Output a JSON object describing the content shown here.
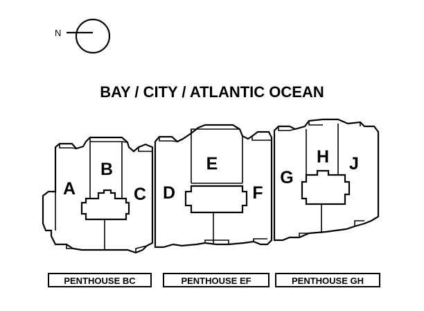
{
  "compass": {
    "label": "N"
  },
  "title": "BAY / CITY / ATLANTIC OCEAN",
  "units": {
    "a": "A",
    "b": "B",
    "c": "C",
    "d": "D",
    "e": "E",
    "f": "F",
    "g": "G",
    "h": "H",
    "j": "J"
  },
  "penthouses": [
    "PENTHOUSE BC",
    "PENTHOUSE EF",
    "PENTHOUSE GH"
  ],
  "colors": {
    "line": "#000000",
    "background": "#ffffff"
  }
}
